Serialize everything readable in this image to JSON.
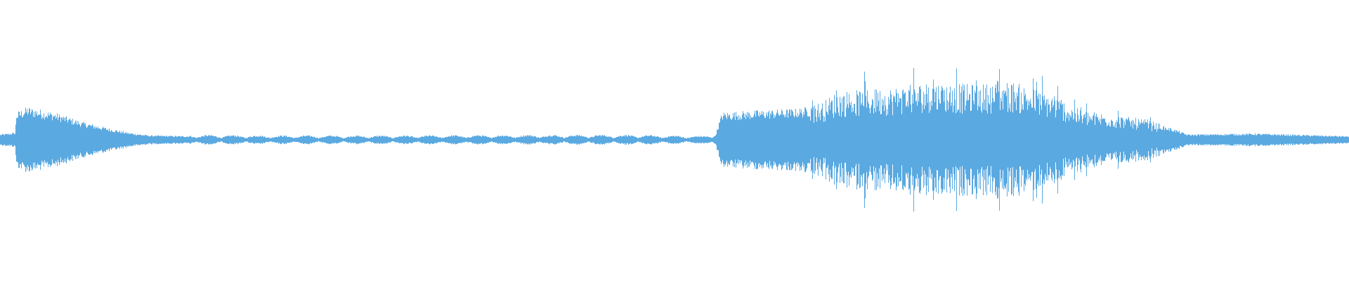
{
  "waveform": {
    "color": "#5aa9e1",
    "background": "#ffffff",
    "envelope": [
      [
        0.0,
        0.06
      ],
      [
        0.011,
        0.08
      ],
      [
        0.012,
        0.3
      ],
      [
        0.02,
        0.36
      ],
      [
        0.04,
        0.3
      ],
      [
        0.06,
        0.2
      ],
      [
        0.08,
        0.13
      ],
      [
        0.095,
        0.08
      ],
      [
        0.11,
        0.05
      ],
      [
        0.14,
        0.04
      ],
      [
        0.2,
        0.035
      ],
      [
        0.3,
        0.035
      ],
      [
        0.4,
        0.04
      ],
      [
        0.47,
        0.04
      ],
      [
        0.52,
        0.03
      ],
      [
        0.53,
        0.05
      ],
      [
        0.535,
        0.3
      ],
      [
        0.56,
        0.32
      ],
      [
        0.59,
        0.34
      ],
      [
        0.61,
        0.38
      ],
      [
        0.62,
        0.48
      ],
      [
        0.66,
        0.52
      ],
      [
        0.69,
        0.58
      ],
      [
        0.72,
        0.55
      ],
      [
        0.75,
        0.58
      ],
      [
        0.78,
        0.45
      ],
      [
        0.8,
        0.3
      ],
      [
        0.83,
        0.24
      ],
      [
        0.85,
        0.2
      ],
      [
        0.87,
        0.12
      ],
      [
        0.88,
        0.06
      ],
      [
        0.93,
        0.07
      ],
      [
        1.0,
        0.04
      ]
    ]
  }
}
